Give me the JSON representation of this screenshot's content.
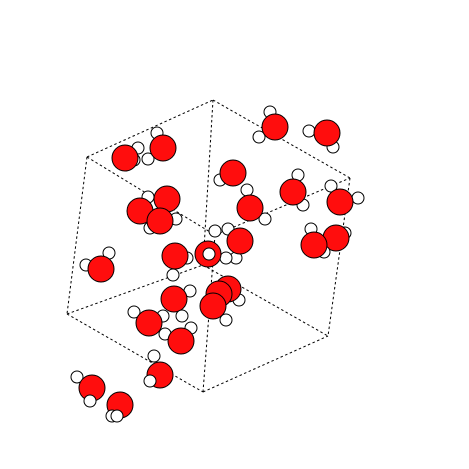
{
  "viewer": {
    "background": "#ffffff",
    "cell": {
      "style": "dashed",
      "color": "#000000"
    },
    "colors": {
      "oxygen": "#ff0d0d",
      "hydrogen": "#ffffff",
      "outline": "#000000"
    },
    "molecule": "H2O",
    "molecule_count": 26
  }
}
